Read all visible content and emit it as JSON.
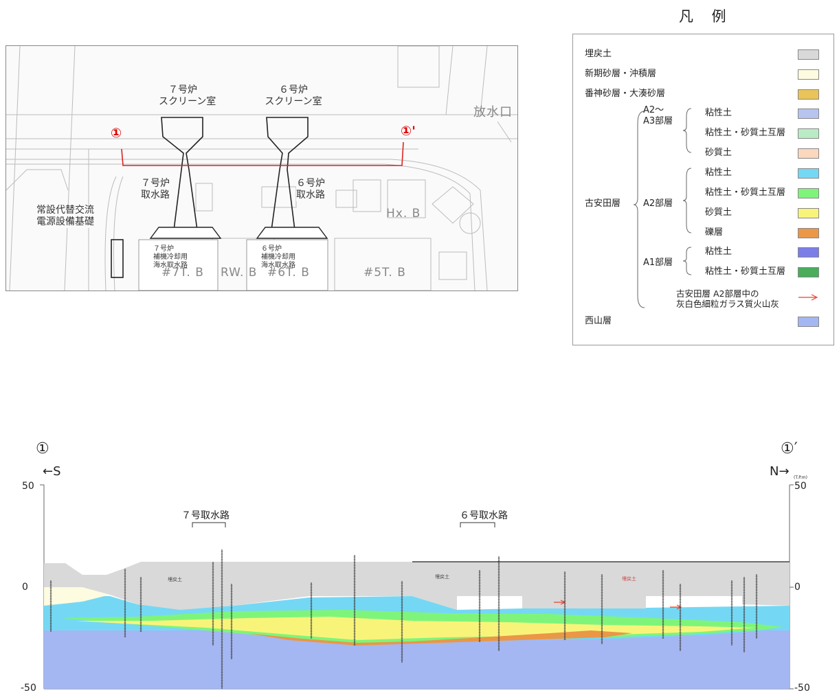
{
  "plan": {
    "marker_start": "①",
    "marker_end": "①'",
    "unit7_screen": [
      "７号炉",
      "スクリーン室"
    ],
    "unit6_screen": [
      "６号炉",
      "スクリーン室"
    ],
    "unit7_intake": [
      "７号炉",
      "取水路"
    ],
    "unit6_intake": [
      "６号炉",
      "取水路"
    ],
    "power_foundation": [
      "常設代替交流",
      "電源設備基礎"
    ],
    "unit7_seawater": [
      "７号炉",
      "補機冷却用",
      "海水取水路"
    ],
    "unit6_seawater": [
      "６号炉",
      "補機冷却用",
      "海水取水路"
    ],
    "discharge": "放水口",
    "buildings": [
      "#7T. B",
      "RW. B",
      "#6T. B",
      "#5T. B",
      "Hx. B"
    ]
  },
  "legend": {
    "title": "凡 例",
    "landfill": "埋戻土",
    "new_sand": "新期砂層・沖積層",
    "bankami": "番神砂層・大湊砂層",
    "koyasuda": "古安田層",
    "a2a3": "A2～\nA3部層",
    "a2": "A2部層",
    "a1": "A1部層",
    "clay": "粘性土",
    "clay_sand": "粘性土・砂質土互層",
    "sandy": "砂質土",
    "gravel": "礫層",
    "ash": "古安田層 A2部層中の\n灰白色細粒ガラス質火山灰",
    "nishiyama": "西山層",
    "colors": {
      "landfill": "#d9d9d9",
      "new_sand": "#fdfbe0",
      "bankami": "#e8c45a",
      "a2a3_clay": "#b7c4f0",
      "a2a3_clay_sand": "#b9ecc4",
      "a2a3_sandy": "#fbd7bd",
      "a2_clay": "#74d8f4",
      "a2_clay_sand": "#7ef57a",
      "a2_sandy": "#f8f47a",
      "a2_gravel": "#ea9747",
      "a1_clay": "#7a7ee6",
      "a1_clay_sand": "#4aad5c",
      "ash": "#e8412e",
      "nishiyama": "#a4b7f2"
    }
  },
  "section": {
    "start": "①",
    "end": "①′",
    "south": "←S",
    "north": "N→",
    "unit_note": "(T.P.m)",
    "intake7": "７号取水路",
    "intake6": "６号取水路",
    "y_ticks": [
      "50",
      "0",
      "-50"
    ],
    "layer_labels": [
      "埋戻土",
      "埋戻土",
      "埋戻土"
    ]
  }
}
